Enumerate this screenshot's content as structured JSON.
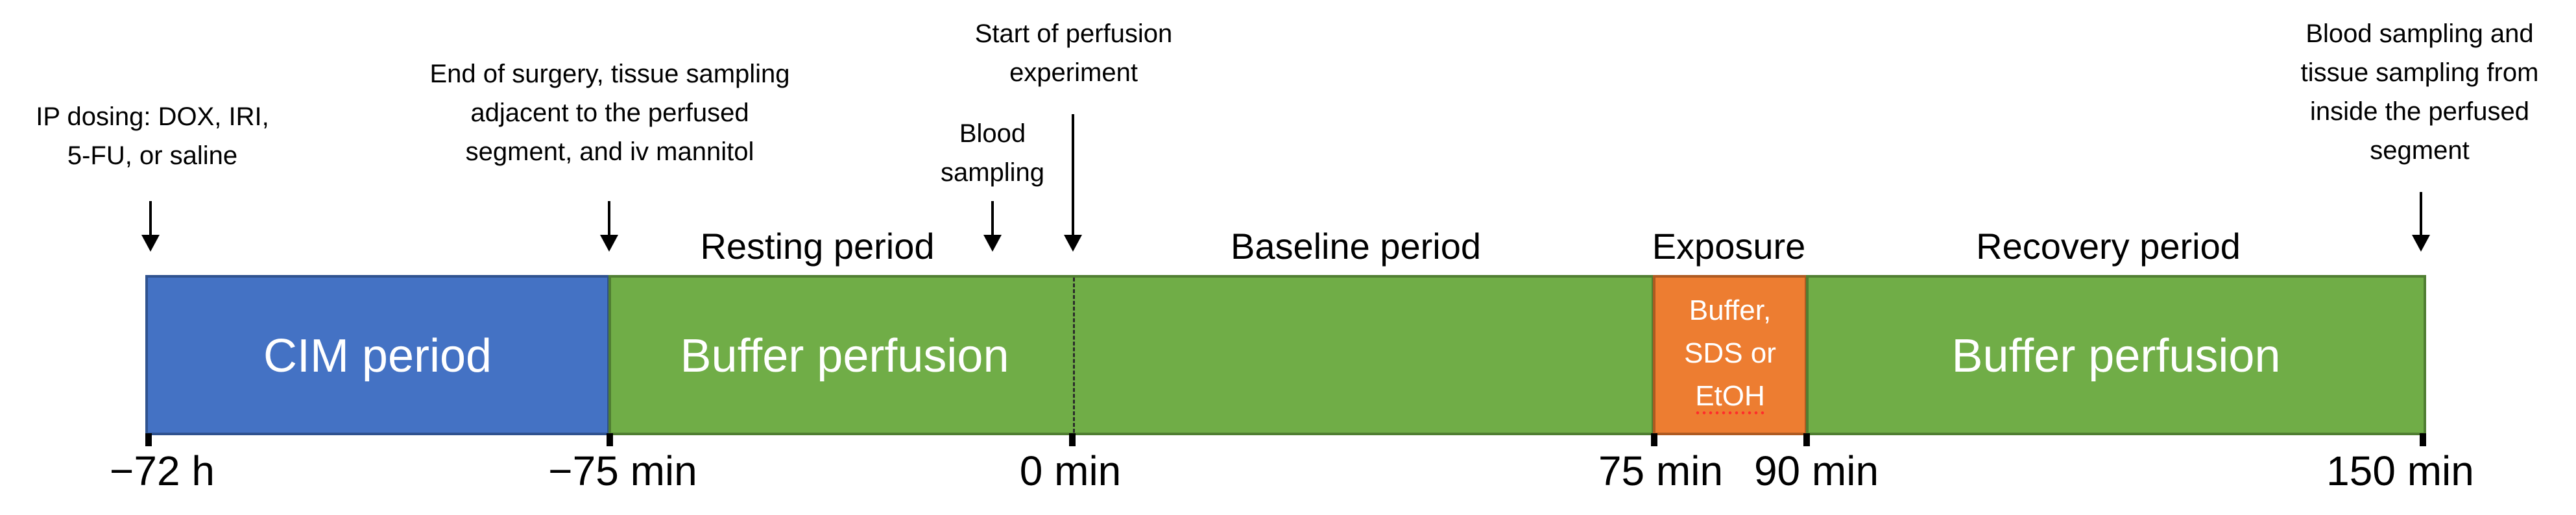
{
  "annotations": {
    "ip_dosing": "IP dosing: DOX, IRI,\n5-FU, or saline",
    "end_of_surgery": "End of surgery, tissue sampling\nadjacent to the perfused\nsegment, and iv mannitol",
    "start_perfusion": "Start of perfusion\nexperiment",
    "blood_sampling": "Blood\nsampling",
    "final_sampling": "Blood sampling and\ntissue sampling from\ninside the perfused\nsegment"
  },
  "period_labels": {
    "resting": "Resting period",
    "baseline": "Baseline period",
    "exposure": "Exposure",
    "recovery": "Recovery period"
  },
  "segments": {
    "cim": "CIM period",
    "buffer_1": "Buffer perfusion",
    "exposure": "Buffer,\nSDS or\nEtOH",
    "buffer_2": "Buffer perfusion"
  },
  "time_labels": {
    "t_72h": "−72 h",
    "t_75": "−75 min",
    "t_0": "0 min",
    "t_75p": "75 min",
    "t_90": "90 min",
    "t_150": "150 min"
  },
  "colors": {
    "cim": "#4472c4",
    "buffer": "#70ad47",
    "exposure": "#ed7d31",
    "cim_border": "#2f528f",
    "buffer_border": "#507e32",
    "exposure_border": "#ae5a21"
  }
}
